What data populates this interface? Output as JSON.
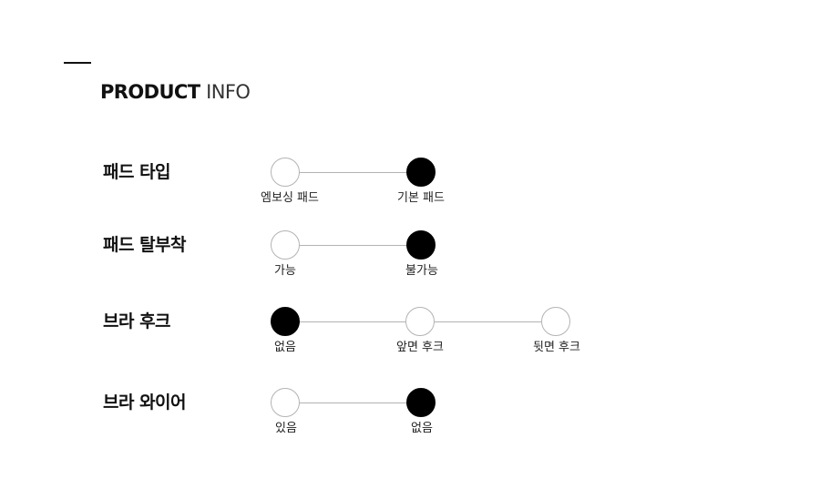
{
  "header": {
    "title_bold": "PRODUCT",
    "title_light": "INFO"
  },
  "rows": [
    {
      "label": "패드 타입",
      "options": [
        "엠보싱 패드",
        "기본 패드"
      ],
      "selected_index": 1
    },
    {
      "label": "패드 탈부착",
      "options": [
        "가능",
        "불가능"
      ],
      "selected_index": 1
    },
    {
      "label": "브라 후크",
      "options": [
        "없음",
        "앞면 후크",
        "뒷면 후크"
      ],
      "selected_index": 0
    },
    {
      "label": "브라 와이어",
      "options": [
        "있음",
        "없음"
      ],
      "selected_index": 1
    }
  ],
  "colors": {
    "selected": "#000000",
    "unselected_border": "#b3b3b3",
    "connector": "#b3b3b3",
    "text": "#111111"
  }
}
